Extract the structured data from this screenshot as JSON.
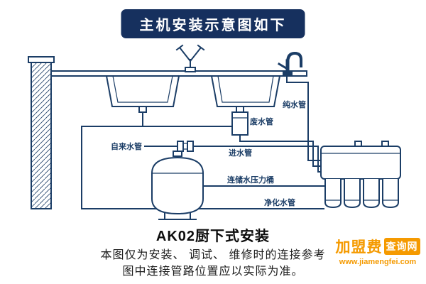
{
  "banner": {
    "title": "主机安装示意图如下"
  },
  "diagram": {
    "labels": {
      "pure_water": "纯水管",
      "waste_water": "废水管",
      "tap_water": "自来水管",
      "inlet_pipe": "进水管",
      "tank": "连储水压力桶",
      "clean_water": "净化水管"
    },
    "caption": "AK02厨下式安装"
  },
  "footer": {
    "line1": "本图仅为安装、 调试、 维修时的连接参考",
    "line2": "图中连接管路位置应以实际为准。"
  },
  "watermark": {
    "brand_strong": "加盟费",
    "brand_badge": "查询网",
    "url": "www.jiamengfei.com"
  },
  "colors": {
    "banner_bg": "#16305e",
    "line": "#1b3d66",
    "watermark_orange": "#f59a00"
  }
}
